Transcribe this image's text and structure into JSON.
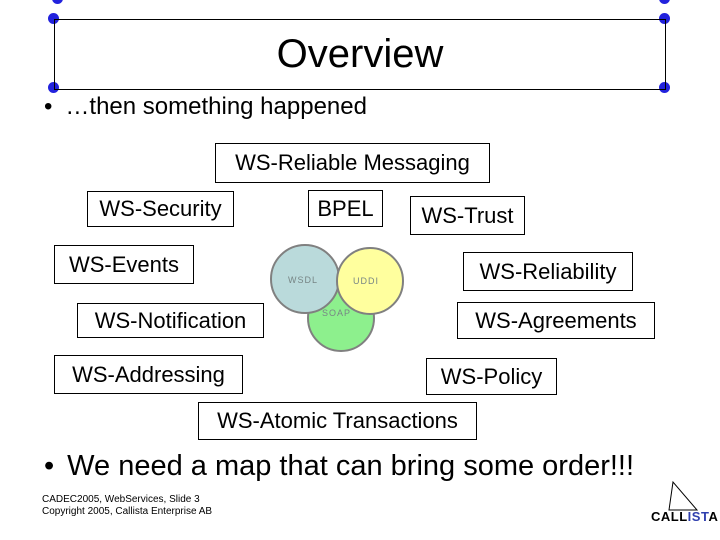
{
  "slide": {
    "title": "Overview",
    "bullets": [
      {
        "marker": "•",
        "text": "…then something happened"
      },
      {
        "marker": "•",
        "text": "We need a map that can bring some order!!!"
      }
    ]
  },
  "spec_boxes": [
    {
      "label": "WS-Reliable Messaging"
    },
    {
      "label": "WS-Security"
    },
    {
      "label": "BPEL"
    },
    {
      "label": "WS-Trust"
    },
    {
      "label": "WS-Events"
    },
    {
      "label": "WS-Reliability"
    },
    {
      "label": "WS-Notification"
    },
    {
      "label": "WS-Agreements"
    },
    {
      "label": "WS-Addressing"
    },
    {
      "label": "WS-Policy"
    },
    {
      "label": "WS-Atomic Transactions"
    }
  ],
  "venn": {
    "circles": [
      {
        "name": "soap",
        "label": "SOAP",
        "fill": "#8df08d"
      },
      {
        "name": "wsdl",
        "label": "WSDL",
        "fill": "#badadb"
      },
      {
        "name": "uddi",
        "label": "UDDI",
        "fill": "#ffff9e"
      }
    ],
    "outline_color": "#808080",
    "label_color": "#778585"
  },
  "footer": {
    "line1": "CADEC2005, WebServices, Slide 3",
    "line2": "Copyright 2005, Callista Enterprise AB"
  },
  "logo": {
    "prefix": "CALL",
    "highlight": "IST",
    "suffix": "A",
    "highlight_color": "#2f3fae"
  },
  "decor": {
    "dot_color": "#2222dd"
  }
}
